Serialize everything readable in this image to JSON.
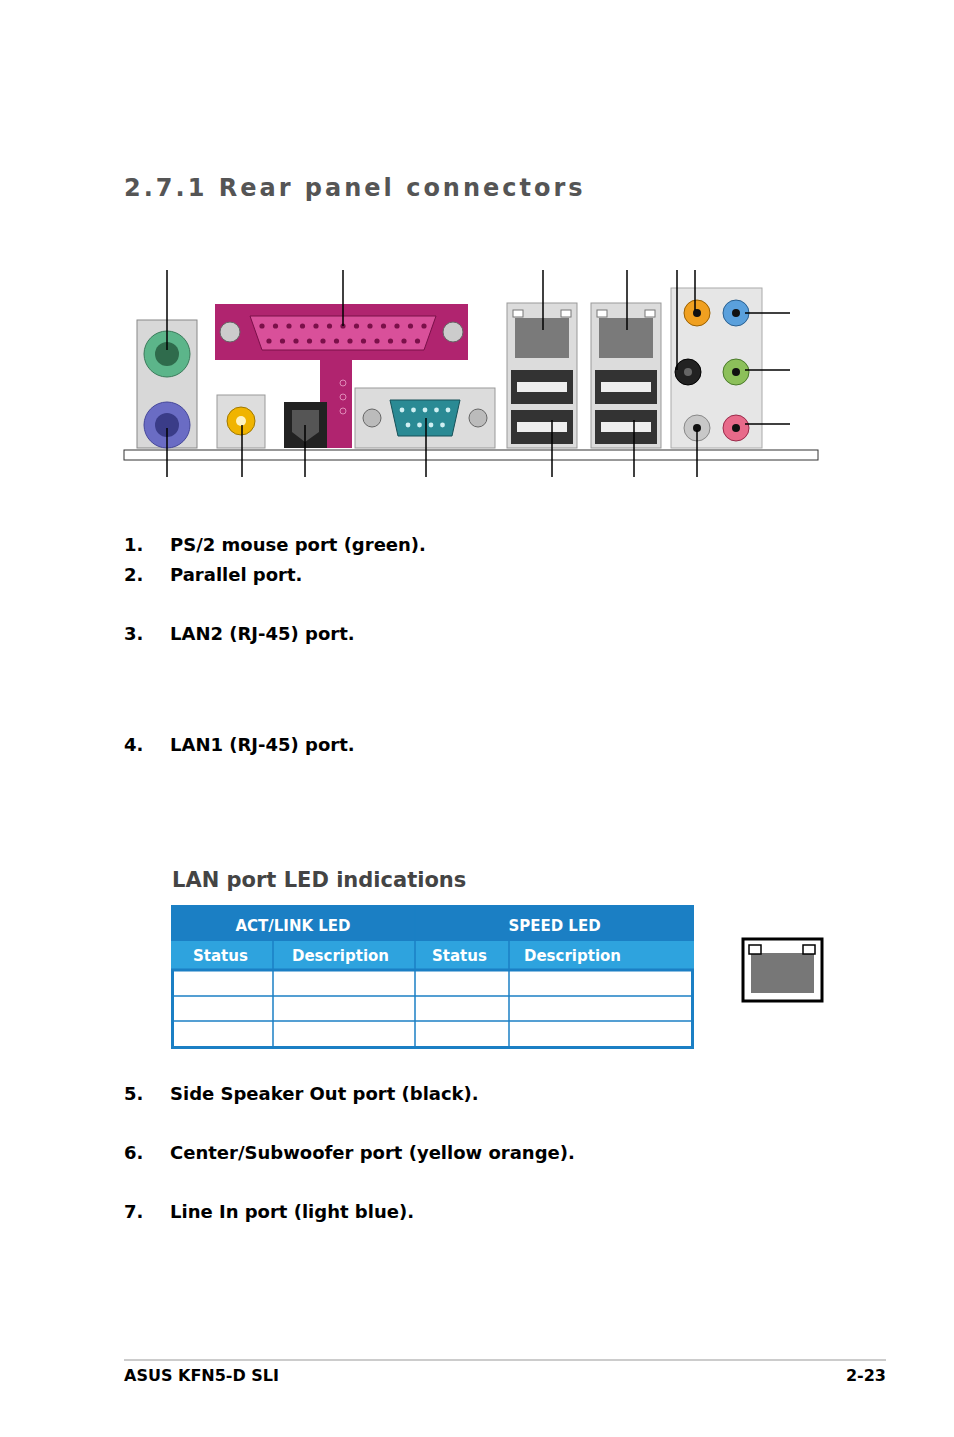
{
  "diagram": {
    "title": "2.7.1 Rear panel connectors",
    "labels": [
      "1.",
      "PS/2 mouse port (green).",
      "2.",
      "Parallel port.",
      "3.",
      "LAN2 (RJ-45) port.",
      "4.",
      "LAN1 (RJ-45) port.",
      "LAN port LED indications",
      "ACT/LINK LED",
      "SPEED LED",
      "Status",
      "Description",
      "Status",
      "Description",
      "5.",
      "Side Speaker Out port (black).",
      "6.",
      "Center/Subwoofer port (yellow orange).",
      "7.",
      "Line In port (light blue).",
      "ASUS KFN5-D SLI",
      "2-23"
    ]
  }
}
